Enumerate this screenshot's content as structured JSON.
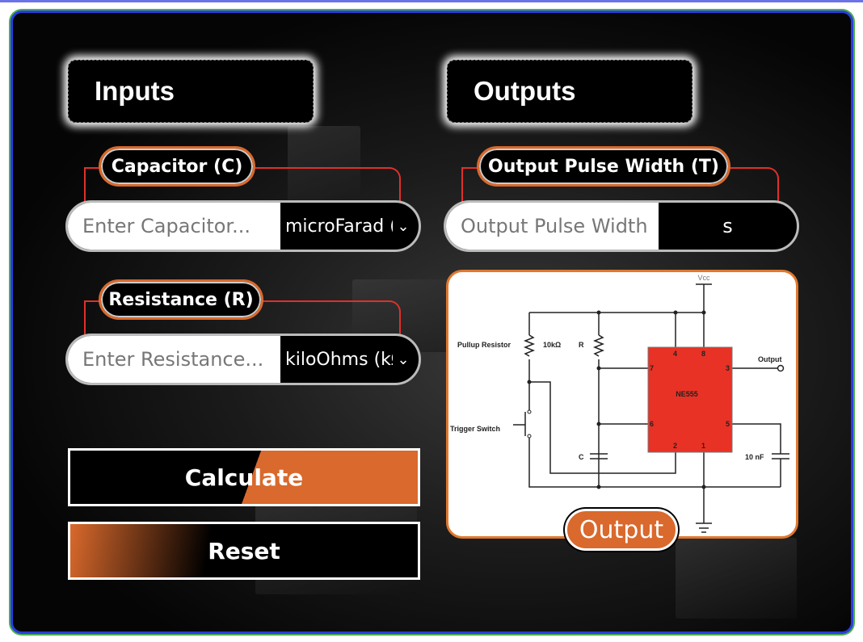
{
  "inputs": {
    "title": "Inputs",
    "capacitor": {
      "label": "Capacitor (C)",
      "placeholder": "Enter Capacitor...",
      "unit": "microFarad (µF)"
    },
    "resistance": {
      "label": "Resistance (R)",
      "placeholder": "Enter Resistance...",
      "unit": "kiloOhms (kΩ)"
    },
    "calculate_label": "Calculate",
    "reset_label": "Reset"
  },
  "outputs": {
    "title": "Outputs",
    "pulse": {
      "label": "Output Pulse Width (T)",
      "placeholder": "Output Pulse Width",
      "unit": "s"
    },
    "output_button": "Output"
  },
  "schematic": {
    "vcc": "Vcc",
    "pullup": "Pullup Resistor",
    "pullup_value": "10kΩ",
    "r": "R",
    "c": "C",
    "trigger": "Trigger Switch",
    "chip": "NE555",
    "output": "Output",
    "cap_value": "10 nF",
    "pins": [
      "4",
      "8",
      "7",
      "3",
      "6",
      "5",
      "2",
      "1"
    ]
  },
  "colors": {
    "accent": "#d9692c",
    "wire": "#e0302a",
    "chip": "#e83225"
  }
}
